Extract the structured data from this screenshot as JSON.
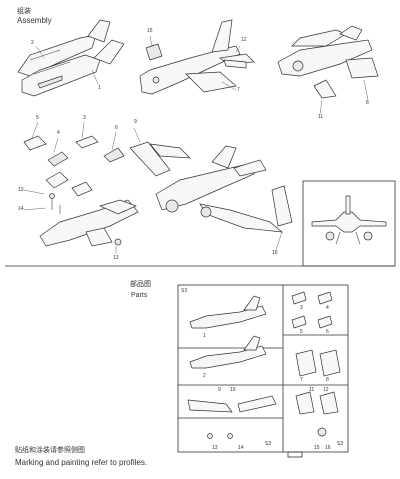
{
  "assembly": {
    "title_cn": "组装",
    "title_en": "Assembly"
  },
  "parts_section": {
    "title_cn": "部品图",
    "title_en": "Parts",
    "sprue_code": "S3",
    "sprue_code_bottom_right": "S3",
    "sprue_code_bottom_mid": "S3"
  },
  "marking": {
    "title_cn": "贴纸和涂装请参照侧图",
    "title_en": "Marking and painting refer to profiles."
  },
  "step1_callouts": [
    "2",
    "1"
  ],
  "step2_callouts": [
    "15",
    "12",
    "7"
  ],
  "step3_callouts": [
    "8",
    "11"
  ],
  "step4_callouts": [
    "5",
    "4",
    "3",
    "6",
    "13",
    "14",
    "13"
  ],
  "step5_callouts": [
    "9",
    "10"
  ],
  "sprue_numbers": [
    "1",
    "2",
    "3",
    "4",
    "5",
    "6",
    "7",
    "8",
    "9",
    "10",
    "11",
    "12",
    "13",
    "14",
    "15",
    "16"
  ]
}
